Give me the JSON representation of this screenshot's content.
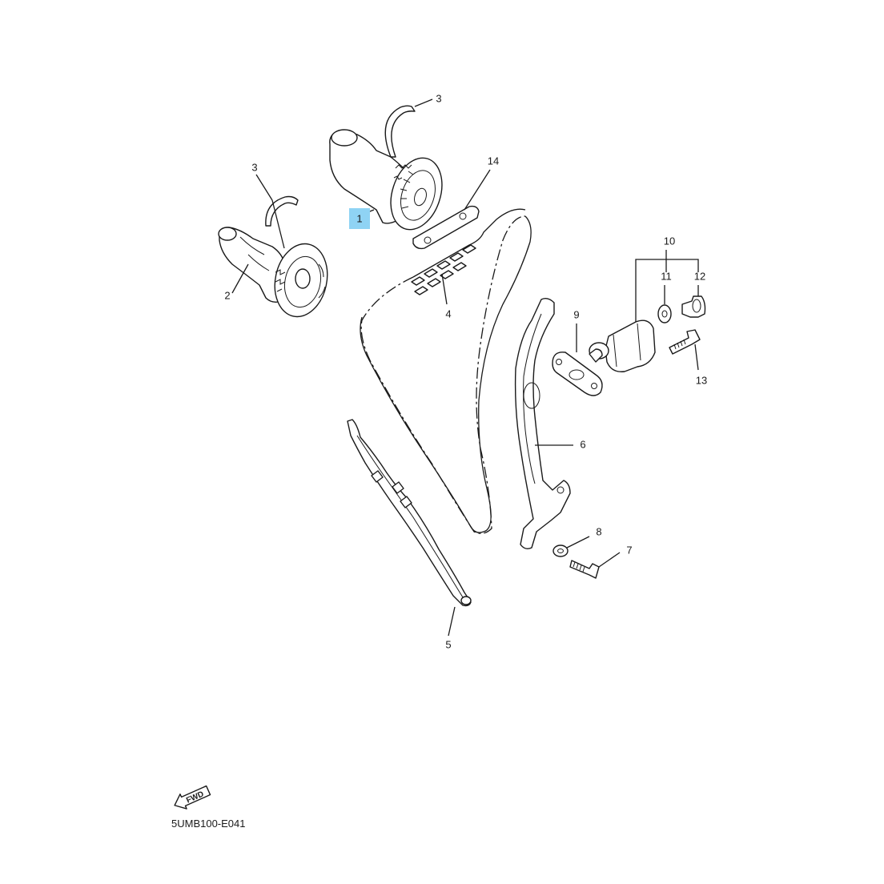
{
  "labels": {
    "p1": "1",
    "p2": "2",
    "p3a": "3",
    "p3b": "3",
    "p4": "4",
    "p5": "5",
    "p6": "6",
    "p7": "7",
    "p8": "8",
    "p9": "9",
    "p10": "10",
    "p11": "11",
    "p12": "12",
    "p13": "13",
    "p14": "14"
  },
  "fwd_text": "FWD",
  "diagram_code": "5UMB100-E041",
  "highlight_color": "#8fd3f4"
}
